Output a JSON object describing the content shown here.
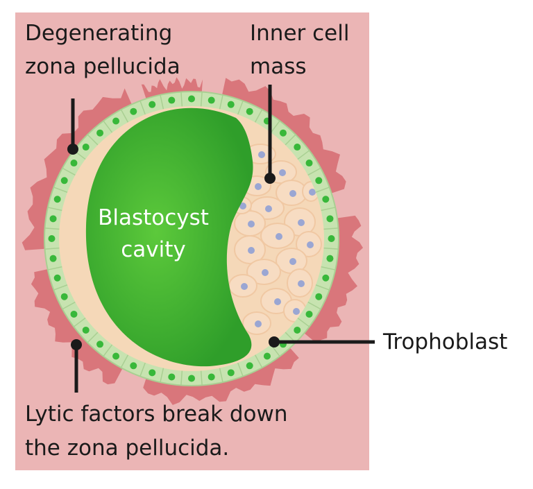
{
  "labels": {
    "zona_line1": "Degenerating",
    "zona_line2": "zona pellucida",
    "icm_line1": "Inner cell",
    "icm_line2": "mass",
    "cavity_line1": "Blastocyst",
    "cavity_line2": "cavity",
    "trophoblast": "Trophoblast",
    "lytic_line1": "Lytic factors break down",
    "lytic_line2": "the zona pellucida."
  },
  "colors": {
    "background": "#ebb5b5",
    "zona": "#d9767b",
    "trophoblast_band": "#c7e3b0",
    "trophoblast_nucleus": "#38b83a",
    "cavity": "#39a92e",
    "inner_cell": "#f7dcc2",
    "inner_cell_nucleus": "#9aa6d3",
    "pointer": "#1a1a1a"
  }
}
